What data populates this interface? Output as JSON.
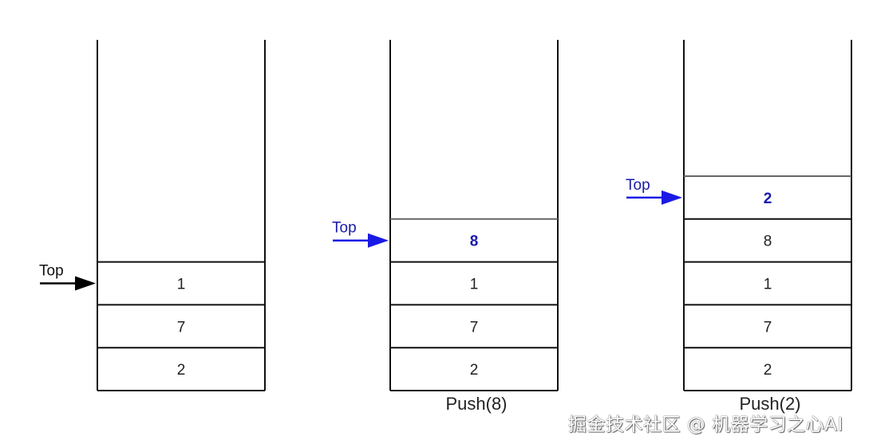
{
  "stacks": [
    {
      "cells": [
        "1",
        "7",
        "2"
      ],
      "highlight": false,
      "pointer_label": "Top",
      "pointer_color": "#000000",
      "caption": ""
    },
    {
      "cells": [
        "8",
        "1",
        "7",
        "2"
      ],
      "highlight": true,
      "pointer_label": "Top",
      "pointer_color": "#1a1ae6",
      "caption": "Push(8)"
    },
    {
      "cells": [
        "2",
        "8",
        "1",
        "7",
        "2"
      ],
      "highlight": true,
      "pointer_label": "Top",
      "pointer_color": "#1a1ae6",
      "caption": "Push(2)"
    }
  ],
  "watermark": "掘金技术社区 @ 机器学习之心AI"
}
